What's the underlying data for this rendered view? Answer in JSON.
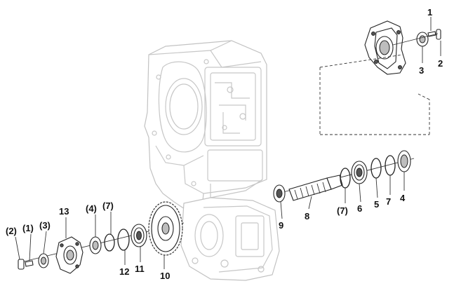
{
  "callouts": {
    "c1_top": "1",
    "c2_top": "2",
    "c3_top": "3",
    "c4": "4",
    "c5": "5",
    "c6": "6",
    "c7_right": "7",
    "c7_paren": "(7)",
    "c8": "8",
    "c9": "9",
    "c10": "10",
    "c11": "11",
    "c12": "12",
    "c13": "13",
    "c4_paren": "(4)",
    "c7_paren_left": "(7)",
    "c2_paren": "(2)",
    "c1_paren": "(1)",
    "c3_paren": "(3)"
  },
  "colors": {
    "line": "#222222",
    "faint_housing": "#c2c2c2",
    "background": "#ffffff"
  }
}
